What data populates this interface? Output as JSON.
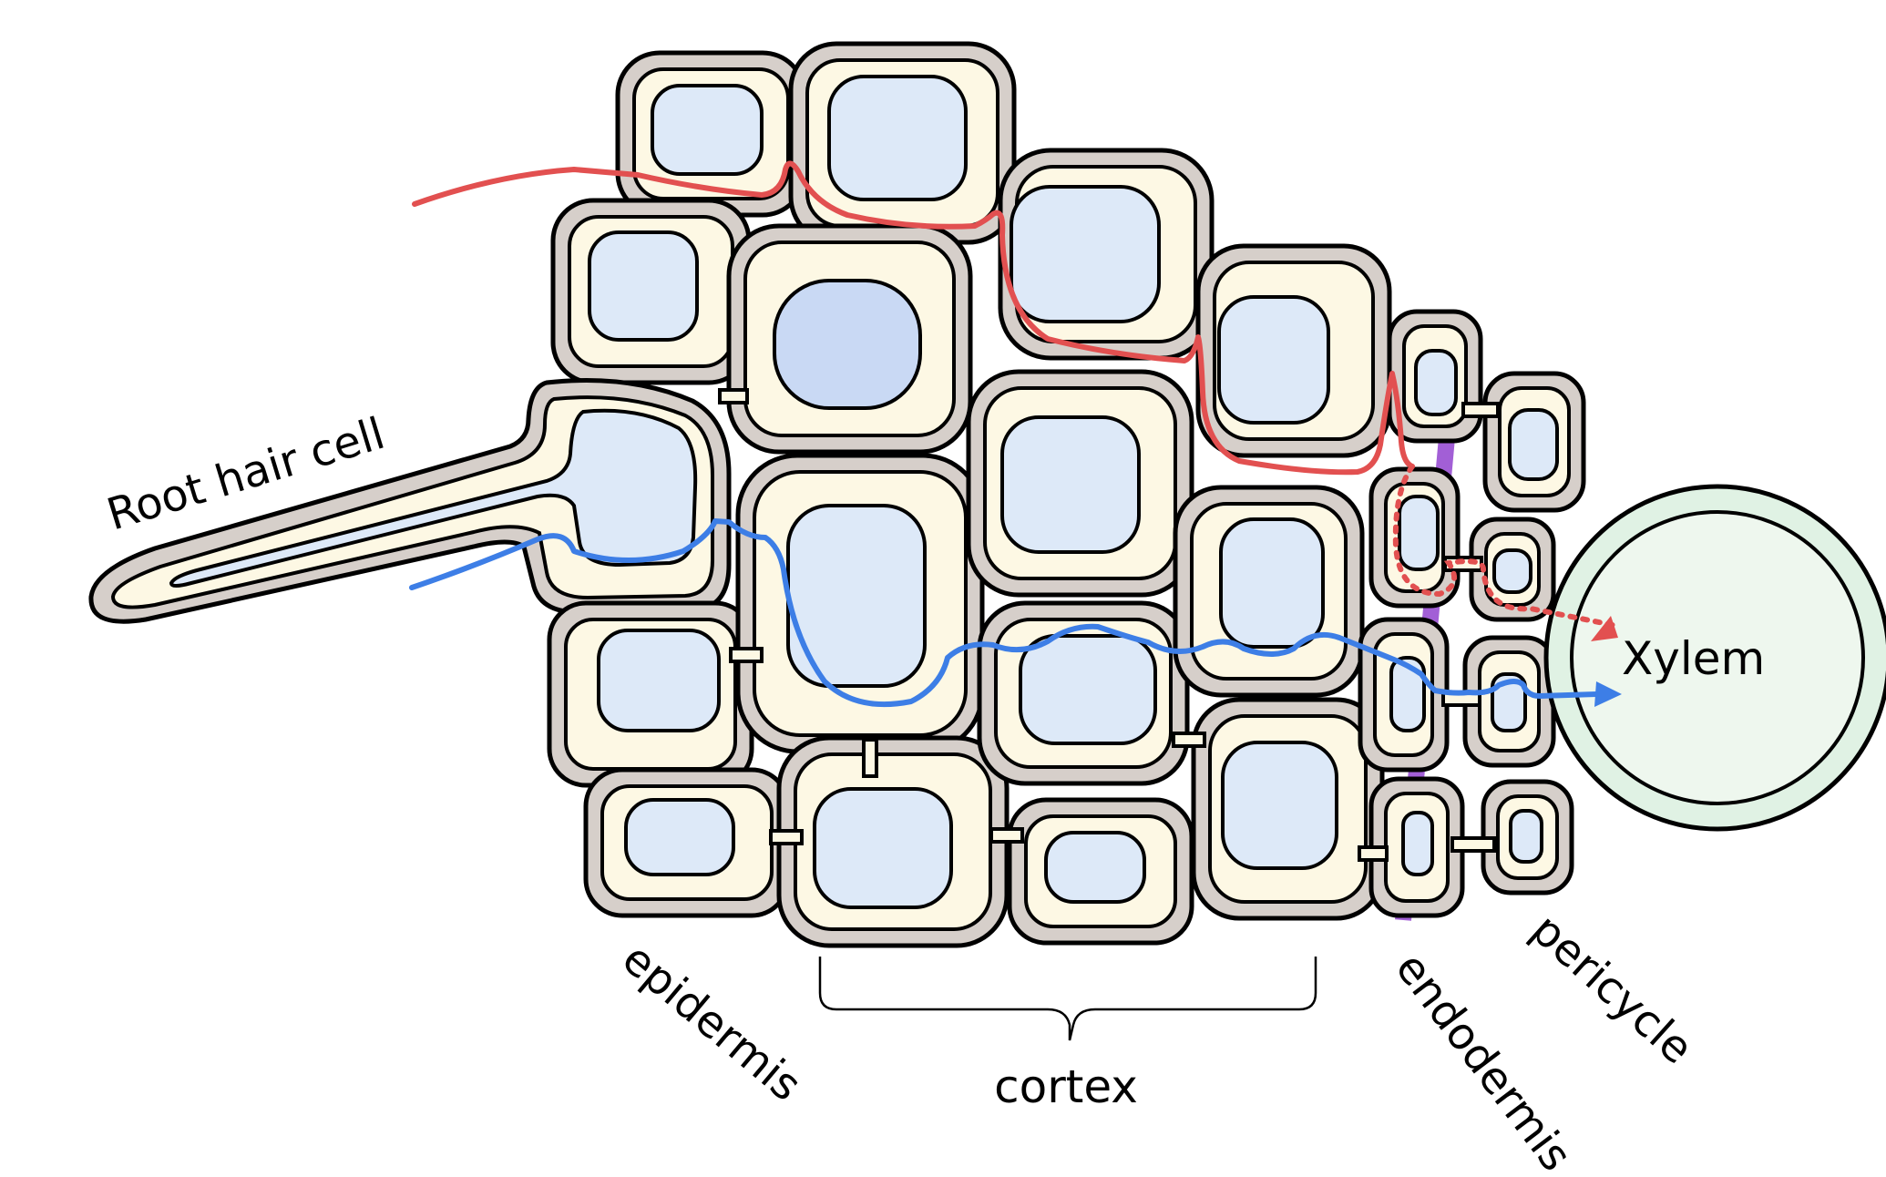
{
  "labels": {
    "root_hair_cell": "Root hair cell",
    "epidermis": "epidermis",
    "cortex": "cortex",
    "endodermis": "endodermis",
    "pericycle": "pericycle",
    "xylem": "Xylem"
  },
  "colors": {
    "cell_wall": "#d6cfca",
    "cytoplasm": "#fdf8e4",
    "vacuole": "#dde9f8",
    "casparian_strip": "#a25fd6",
    "apoplast_pathway": "#e25050",
    "symplast_pathway": "#3d7ee6",
    "xylem": "#e0f2e4"
  }
}
